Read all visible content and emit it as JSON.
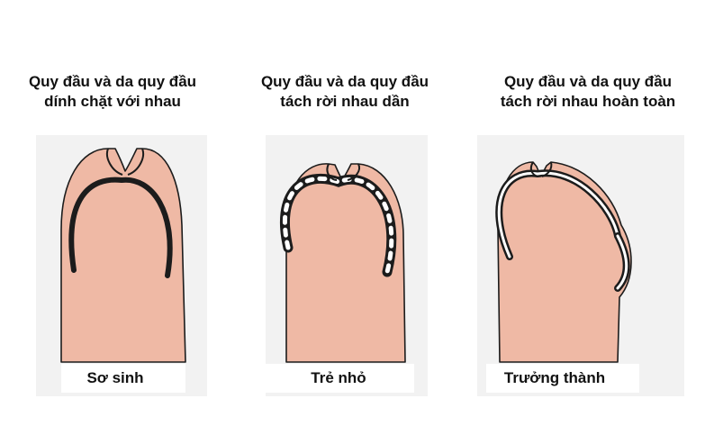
{
  "panels": [
    {
      "title_line1": "Quy đầu và da quy đầu",
      "title_line2": "dính chặt với nhau",
      "caption": "Sơ sinh"
    },
    {
      "title_line1": "Quy đầu và da quy đầu",
      "title_line2": "tách rời nhau dần",
      "caption": "Trẻ nhỏ"
    },
    {
      "title_line1": "Quy đầu và da quy đầu",
      "title_line2": "tách rời nhau hoàn toàn",
      "caption": "Trưởng thành"
    }
  ],
  "colors": {
    "skin": "#efb9a5",
    "outline": "#1c1c1c",
    "background_panel": "#f2f2f2"
  }
}
